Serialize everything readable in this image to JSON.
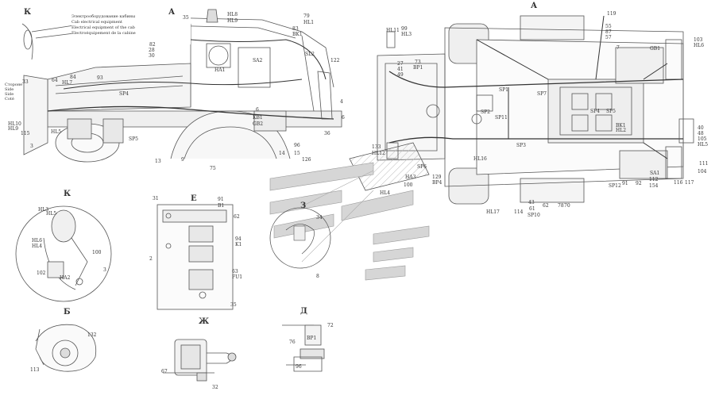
{
  "views": {
    "side_title": "К",
    "side_arrow": "А",
    "top_title": "А",
    "detail_k": "К",
    "detail_b": "Б",
    "detail_e": "Е",
    "detail_zh": "Ж",
    "detail_d": "Д",
    "detail_z": "З"
  },
  "legend_lines": [
    "Электрооборудование кабины",
    "Cab electrical equipment",
    "Electrical equipment of the cab",
    "Electroéquipement de la cabine"
  ],
  "side_left_labels": [
    "Стороне",
    "Side",
    "Side",
    "Coté"
  ],
  "labels": {
    "side_view": [
      "35",
      "HL8",
      "HL9",
      "28",
      "30",
      "82",
      "SA2",
      "HA1",
      "79",
      "HL1",
      "BK1",
      "83",
      "SL2",
      "122",
      "4",
      "6",
      "36",
      "96",
      "14",
      "15",
      "126",
      "75",
      "9",
      "13",
      "93",
      "64",
      "84",
      "33",
      "HL10",
      "3",
      "115",
      "SP4",
      "SP5",
      "HL7",
      "KB1",
      "GB2",
      "6",
      "HL9",
      "HL5"
    ],
    "top_view": [
      "119",
      "55",
      "87",
      "57",
      "7",
      "103",
      "HL6",
      "HL11",
      "99",
      "HL3",
      "27",
      "41",
      "49",
      "73",
      "BP1",
      "SP1",
      "SP3",
      "SP7",
      "SP4",
      "SP5",
      "SP2",
      "SP11",
      "HL2",
      "40",
      "48",
      "105",
      "HL5",
      "111",
      "104",
      "SA1",
      "116",
      "117",
      "92",
      "112",
      "154",
      "91",
      "SP12",
      "78",
      "62",
      "70",
      "43",
      "61",
      "SP10",
      "114",
      "HL17",
      "133",
      "HL12",
      "HA3",
      "100",
      "HL4",
      "129",
      "BP4",
      "HL16",
      "GB1",
      "BK1",
      "SP6"
    ],
    "detail_k": [
      "HL3",
      "HL5",
      "HL6",
      "HL4",
      "100",
      "102",
      "HA2",
      "3"
    ],
    "detail_b": [
      "113",
      "132"
    ],
    "detail_e": [
      "31",
      "91",
      "B1",
      "62",
      "94",
      "K1",
      "63",
      "FU1",
      "2",
      "35"
    ],
    "detail_zh": [
      "67",
      "32"
    ],
    "detail_d": [
      "BP1",
      "72",
      "76",
      "96"
    ],
    "detail_z": [
      "34",
      "8"
    ]
  }
}
